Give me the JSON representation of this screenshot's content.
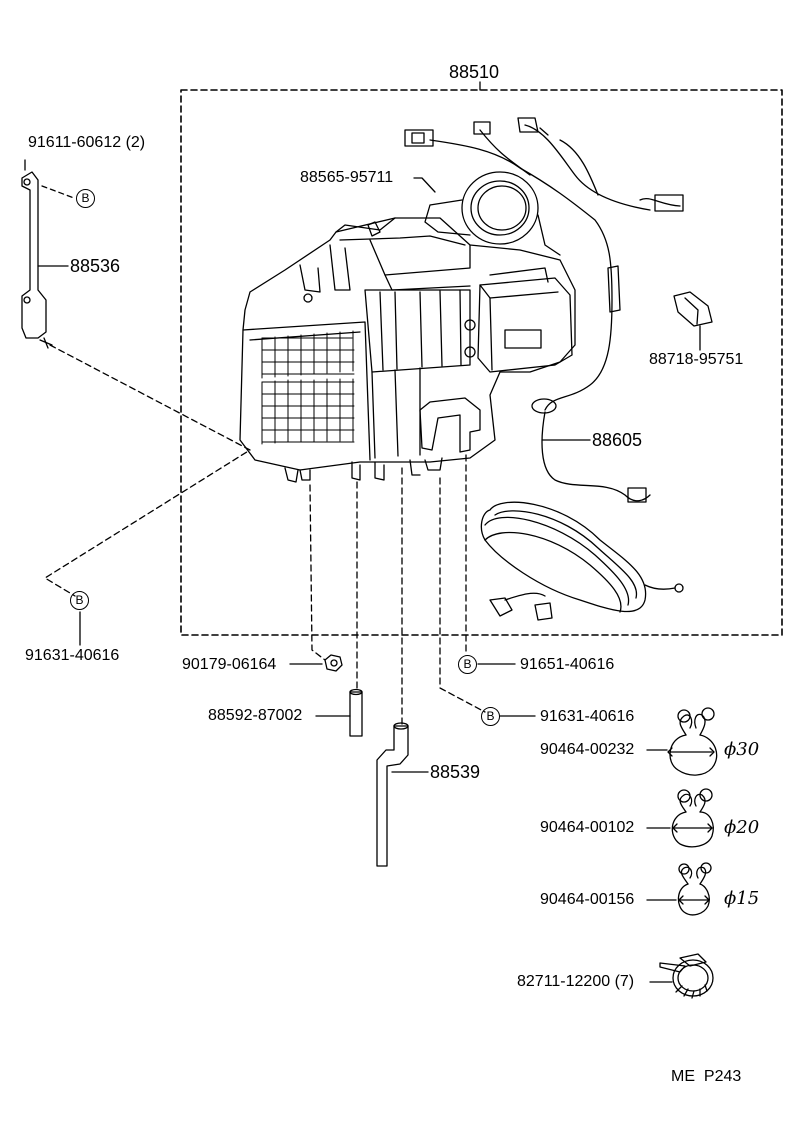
{
  "assembly_number": "88510",
  "bolt_marker": "B",
  "labels": {
    "bracket_bolt": "91611-60612 (2)",
    "bracket": "88536",
    "duct_bolt": "88565-95711",
    "clip_small": "88718-95751",
    "harness": "88605",
    "screw_left": "91631-40616",
    "nut": "90179-06164",
    "screw_mid": "91651-40616",
    "hose": "88592-87002",
    "screw_right": "91631-40616",
    "drain": "88539",
    "clamp_30": "90464-00232",
    "clamp_20": "90464-00102",
    "clamp_15": "90464-00156",
    "band": "82711-12200 (7)"
  },
  "dimensions": {
    "d30": "ϕ30",
    "d20": "ϕ20",
    "d15": "ϕ15"
  },
  "page_ref": "ME  P243",
  "colors": {
    "ink": "#000000",
    "paper": "#ffffff"
  }
}
